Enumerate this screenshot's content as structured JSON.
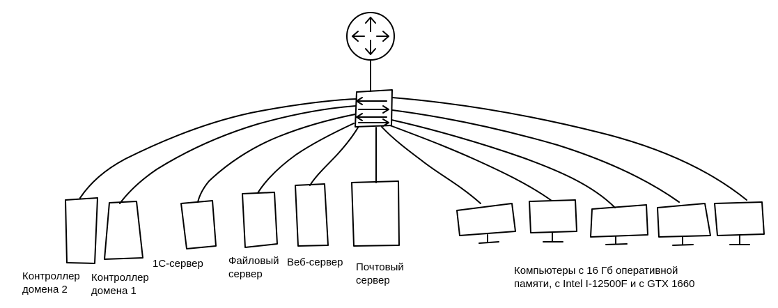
{
  "nodes": {
    "router": {
      "icon": "router-icon"
    },
    "switch": {
      "icon": "switch-icon"
    },
    "domain_controller_2": {
      "label": [
        "Контроллер",
        "домена 2"
      ],
      "icon": "server-icon"
    },
    "domain_controller_1": {
      "label": [
        "Контроллер",
        "домена 1"
      ],
      "icon": "server-icon"
    },
    "server_1c": {
      "label": [
        "1С-сервер"
      ],
      "icon": "server-icon"
    },
    "file_server": {
      "label": [
        "Файловый",
        "сервер"
      ],
      "icon": "server-icon"
    },
    "web_server": {
      "label": [
        "Веб-сервер"
      ],
      "icon": "server-icon"
    },
    "mail_server": {
      "label": [
        "Почтовый",
        "сервер"
      ],
      "icon": "server-icon"
    },
    "computers": {
      "count": 5,
      "label": [
        "Компьютеры с 16 Гб оперативной",
        "памяти, с Intel I-12500F и с GTX 1660"
      ],
      "icon": "monitor-icon"
    }
  },
  "edges": [
    [
      "router",
      "switch"
    ],
    [
      "switch",
      "domain_controller_2"
    ],
    [
      "switch",
      "domain_controller_1"
    ],
    [
      "switch",
      "server_1c"
    ],
    [
      "switch",
      "file_server"
    ],
    [
      "switch",
      "web_server"
    ],
    [
      "switch",
      "mail_server"
    ],
    [
      "switch",
      "computer_1"
    ],
    [
      "switch",
      "computer_2"
    ],
    [
      "switch",
      "computer_3"
    ],
    [
      "switch",
      "computer_4"
    ],
    [
      "switch",
      "computer_5"
    ]
  ]
}
